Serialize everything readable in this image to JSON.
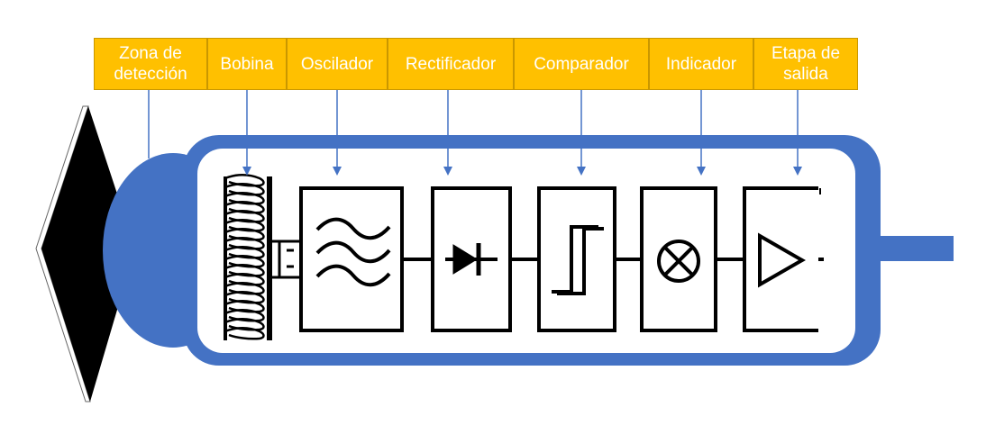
{
  "labels": [
    {
      "id": "zona",
      "text": "Zona de\ndetección"
    },
    {
      "id": "bobina",
      "text": "Bobina"
    },
    {
      "id": "oscilador",
      "text": "Oscilador"
    },
    {
      "id": "rectificador",
      "text": "Rectificador"
    },
    {
      "id": "comparador",
      "text": "Comparador"
    },
    {
      "id": "indicador",
      "text": "Indicador"
    },
    {
      "id": "salida",
      "text": "Etapa de\nsalida"
    }
  ],
  "colors": {
    "label_fill": "#ffc000",
    "label_text": "#ffffff",
    "body_fill": "#4472c4",
    "connector": "#4472c4",
    "circuit": "#000000"
  }
}
